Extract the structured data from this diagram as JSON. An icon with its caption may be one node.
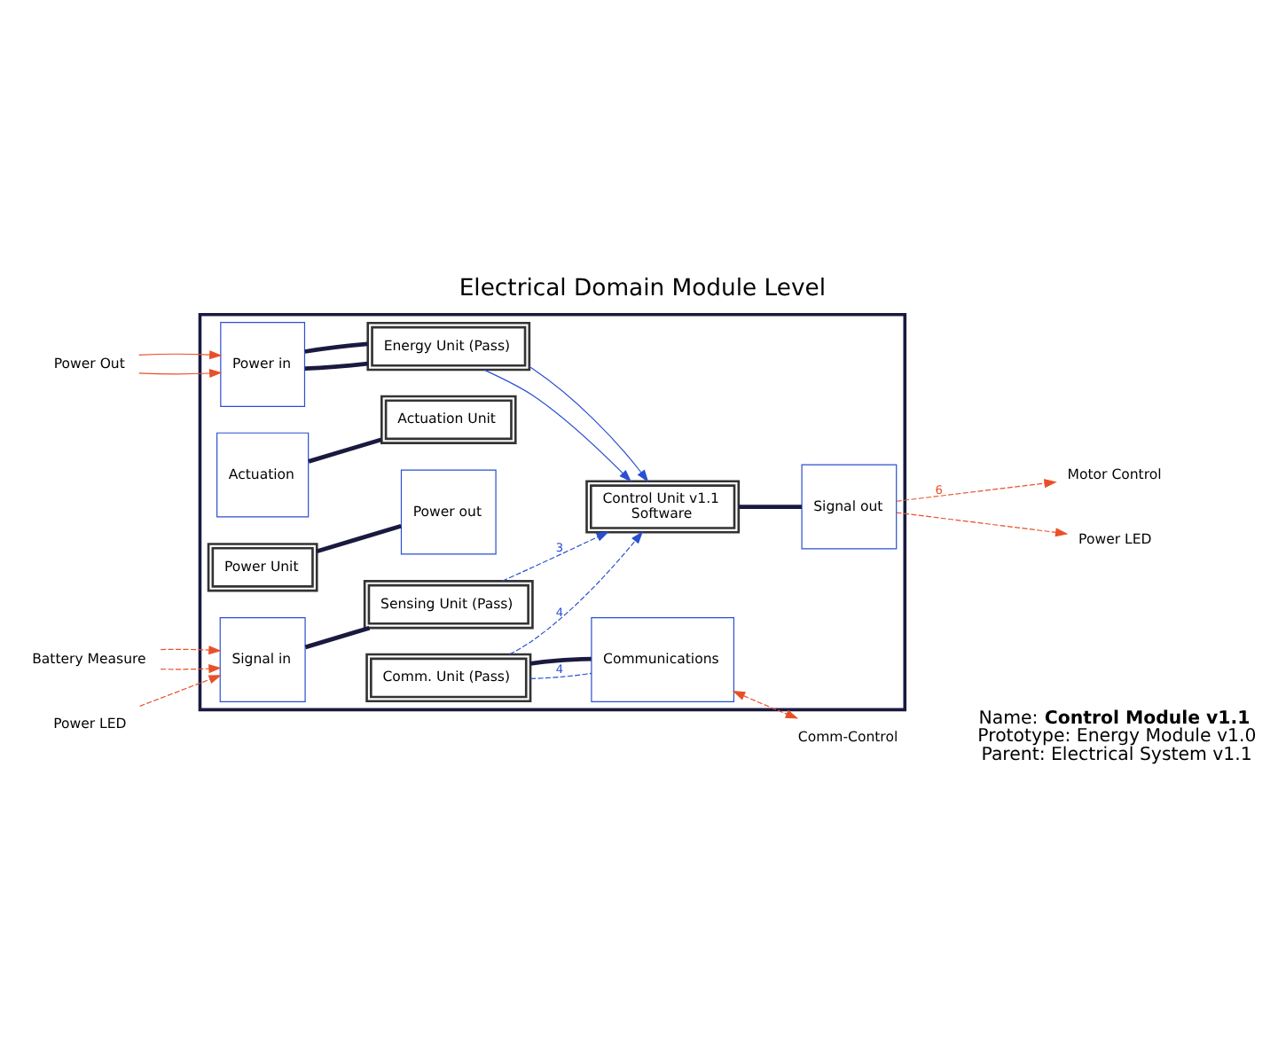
{
  "diagram": {
    "title": "Electrical Domain Module Level",
    "nodes": [
      {
        "text": [],
        "shape": "box"
      },
      {
        "text": [
          "Power in"
        ],
        "in": 0
      },
      {
        "text": [
          "Actuation"
        ],
        "in": 0
      },
      {
        "text": [
          "Power out"
        ],
        "in": 0
      },
      {
        "text": [
          "Energy Unit (Pass)"
        ],
        "in": 0
      },
      {
        "text": [
          "Actuation Unit"
        ],
        "in": 0
      },
      {
        "text": [
          "Power Unit"
        ],
        "in": 0
      },
      {
        "text": [
          "Sensing Unit (Pass)"
        ],
        "in": 0
      },
      {
        "text": [
          "Comm. Unit (Pass)"
        ],
        "in": 0
      },
      {
        "text": [
          "Control Unit v1.1",
          "Software"
        ],
        "in": 0
      },
      {
        "text": [
          "Signal in"
        ],
        "in": 0
      },
      {
        "text": [
          "Communications"
        ],
        "in": 0
      },
      {
        "text": [
          "Signal out"
        ],
        "in": 0
      },
      {
        "text": [
          "Power Out"
        ]
      },
      {
        "text": [
          "Battery Measure"
        ]
      },
      {
        "text": [
          "Power LED"
        ]
      },
      {
        "text": [
          "Motor Control"
        ]
      },
      {
        "text": [
          "Power LED"
        ]
      },
      {
        "text": [
          "Comm-Control"
        ]
      }
    ],
    "edges": [
      {
        "from": 13,
        "to": 1,
        "arrow": "to",
        "color": "#e8502a"
      },
      {
        "from": 13,
        "to": 1,
        "arrow": "to",
        "color": "#e8502a"
      },
      {
        "from": 1,
        "to": 4,
        "arrow": "none",
        "style": "thick",
        "color": "#1a1a40"
      },
      {
        "from": 1,
        "to": 4,
        "arrow": "none",
        "style": "thick",
        "color": "#1a1a40"
      },
      {
        "from": 2,
        "to": 5,
        "arrow": "none",
        "style": "thick",
        "color": "#1a1a40"
      },
      {
        "from": 6,
        "to": 3,
        "arrow": "none",
        "style": "thick",
        "color": "#1a1a40"
      },
      {
        "from": 4,
        "to": 9,
        "arrow": "to",
        "color": "#2a4fd0"
      },
      {
        "from": 4,
        "to": 9,
        "arrow": "to",
        "color": "#2a4fd0"
      },
      {
        "from": 14,
        "to": 10,
        "arrow": "to",
        "style": "dashed",
        "color": "#e8502a"
      },
      {
        "from": 14,
        "to": 10,
        "arrow": "to",
        "style": "dashed",
        "color": "#e8502a"
      },
      {
        "from": 15,
        "to": 10,
        "arrow": "to",
        "style": "dashed",
        "color": "#e8502a"
      },
      {
        "from": 10,
        "to": 7,
        "arrow": "none",
        "style": "thick",
        "color": "#1a1a40"
      },
      {
        "from": 7,
        "to": 9,
        "arrow": "to",
        "label": "3",
        "style": "dashed",
        "color": "#2a4fd0"
      },
      {
        "from": 8,
        "to": 9,
        "arrow": "to",
        "label": "4",
        "style": "dashed",
        "color": "#2a4fd0"
      },
      {
        "from": 8,
        "to": 11,
        "arrow": "none",
        "style": "thick",
        "color": "#1a1a40"
      },
      {
        "from": 8,
        "to": 11,
        "arrow": "none",
        "label": "4",
        "style": "dashed",
        "color": "#2a4fd0"
      },
      {
        "from": 11,
        "to": 18,
        "arrow": "both",
        "style": "dashed",
        "color": "#e8502a"
      },
      {
        "from": 9,
        "to": 12,
        "arrow": "none",
        "style": "thick",
        "color": "#1a1a40"
      },
      {
        "from": 12,
        "to": 16,
        "arrow": "to",
        "label": "6",
        "style": "dashed",
        "color": "#e8502a"
      },
      {
        "from": 12,
        "to": 17,
        "arrow": "to",
        "style": "dashed",
        "color": "#e8502a"
      }
    ],
    "labels": [
      "Name: **Control Module v1.1**",
      "Prototype: Energy Module v1.0",
      "Parent: Electrical System v1.1"
    ]
  }
}
